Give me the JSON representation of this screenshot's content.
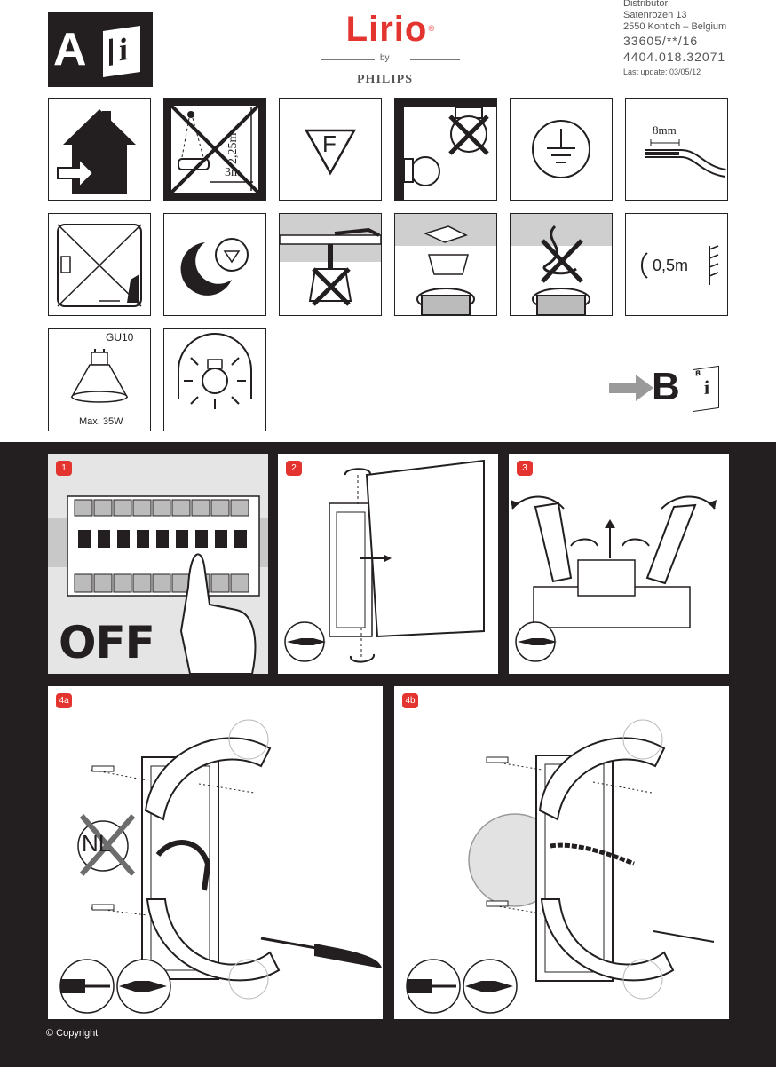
{
  "header": {
    "manual_letter": "A",
    "manual_info_glyph": "i",
    "brand": "Lirio",
    "brand_mark": "®",
    "by_text": "by",
    "maker": "PHILIPS",
    "distributor_label": "Distributor",
    "address_line1": "Satenrozen 13",
    "address_line2": "2550 Kontich – Belgium",
    "product_code": "33605/**/16",
    "article_number": "4404.018.32071",
    "last_update": "Last update:  03/05/12",
    "brand_color": "#e3342f"
  },
  "icons": {
    "row1": {
      "bath_height": "2,25m",
      "bath_distance": "3m",
      "f_mark": "F",
      "wire_strip": "8mm"
    },
    "row2": {
      "min_distance": "0,5m"
    },
    "row3": {
      "lamp_type": "GU10",
      "max_power": "Max. 35W",
      "next_manual_letter": "B",
      "next_manual_small_letter": "B"
    }
  },
  "steps": {
    "step1": {
      "badge": "1",
      "off_text": "OFF"
    },
    "step2": {
      "badge": "2"
    },
    "step3": {
      "badge": "3"
    },
    "step4a": {
      "badge": "4a",
      "nl_text": "NL"
    },
    "step4b": {
      "badge": "4b"
    }
  },
  "footer": {
    "copyright": "© Copyright"
  }
}
